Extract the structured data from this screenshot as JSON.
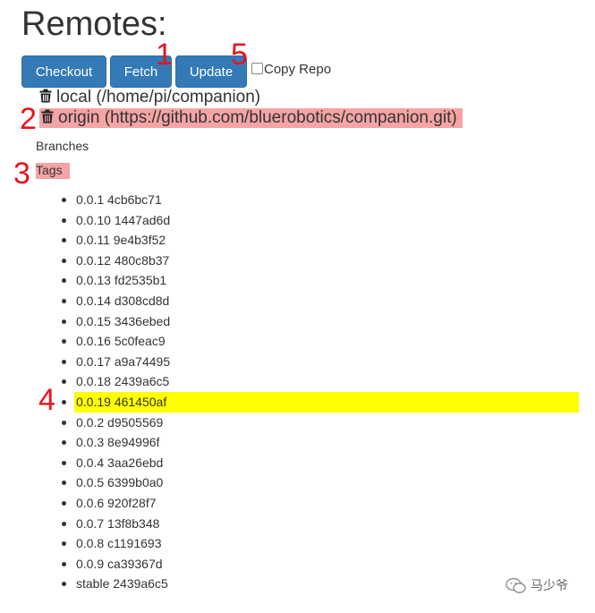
{
  "header": {
    "title": "Remotes:"
  },
  "toolbar": {
    "checkout_label": "Checkout",
    "fetch_label": "Fetch",
    "update_label": "Update",
    "copy_repo_label": "Copy Repo",
    "copy_repo_checked": false
  },
  "remotes": [
    {
      "label": "local (/home/pi/companion)",
      "icon": "trash-icon"
    },
    {
      "label": "origin (https://github.com/bluerobotics/companion.git)",
      "icon": "trash-icon",
      "highlight": "#f4a4a4"
    }
  ],
  "sections": {
    "branches_label": "Branches",
    "tags_label": "Tags"
  },
  "tags": [
    {
      "label": "0.0.1 4cb6bc71"
    },
    {
      "label": "0.0.10 1447ad6d"
    },
    {
      "label": "0.0.11 9e4b3f52"
    },
    {
      "label": "0.0.12 480c8b37"
    },
    {
      "label": "0.0.13 fd2535b1"
    },
    {
      "label": "0.0.14 d308cd8d"
    },
    {
      "label": "0.0.15 3436ebed"
    },
    {
      "label": "0.0.16 5c0feac9"
    },
    {
      "label": "0.0.17 a9a74495"
    },
    {
      "label": "0.0.18 2439a6c5"
    },
    {
      "label": "0.0.19 461450af",
      "highlight": "#ffff00"
    },
    {
      "label": "0.0.2 d9505569"
    },
    {
      "label": "0.0.3 8e94996f"
    },
    {
      "label": "0.0.4 3aa26ebd"
    },
    {
      "label": "0.0.5 6399b0a0"
    },
    {
      "label": "0.0.6 920f28f7"
    },
    {
      "label": "0.0.7 13f8b348"
    },
    {
      "label": "0.0.8 c1191693"
    },
    {
      "label": "0.0.9 ca39367d"
    },
    {
      "label": "stable 2439a6c5"
    }
  ],
  "annotations": {
    "n1": "1",
    "n2": "2",
    "n3": "3",
    "n4": "4",
    "n5": "5"
  },
  "watermark": {
    "text": "马少爷",
    "icon": "wechat-icon"
  },
  "colors": {
    "button_bg": "#337ab7",
    "annotation_red": "#e8141c",
    "highlight_red": "#f4a4a4",
    "highlight_yellow": "#ffff00"
  }
}
